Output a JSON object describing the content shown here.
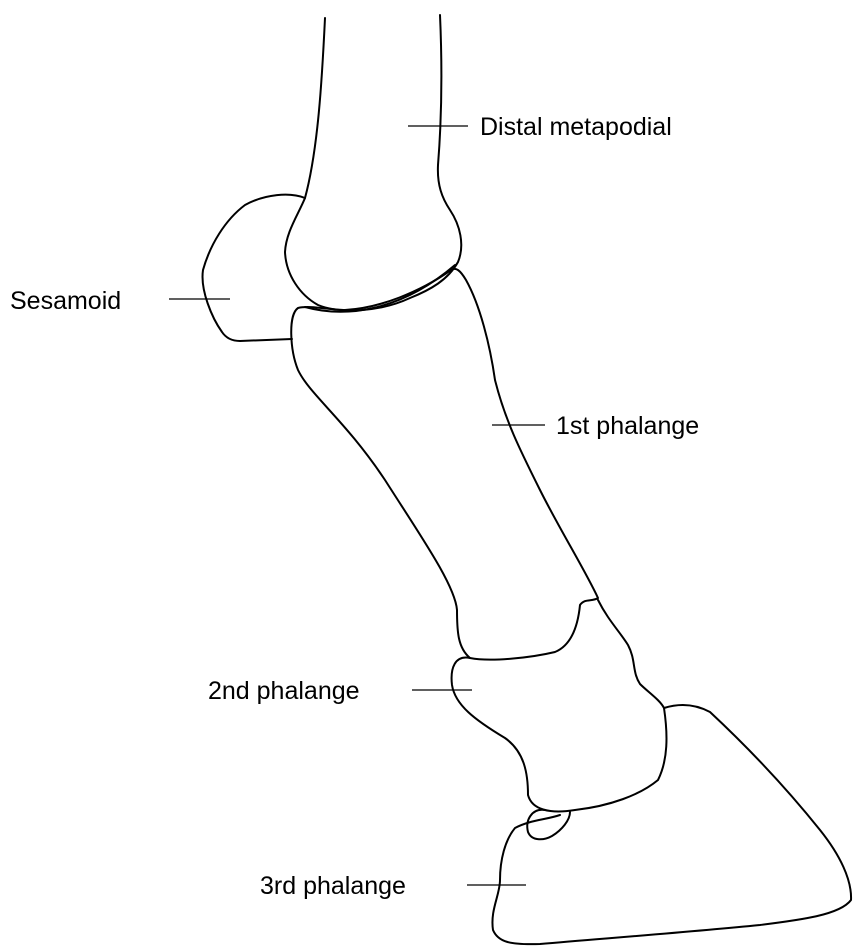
{
  "labels": {
    "distal_metapodial": "Distal metapodial",
    "sesamoid": "Sesamoid",
    "first_phalange": "1st phalange",
    "second_phalange": "2nd phalange",
    "third_phalange": "3rd phalange"
  },
  "colors": {
    "stroke": "#000000",
    "background": "#ffffff"
  }
}
